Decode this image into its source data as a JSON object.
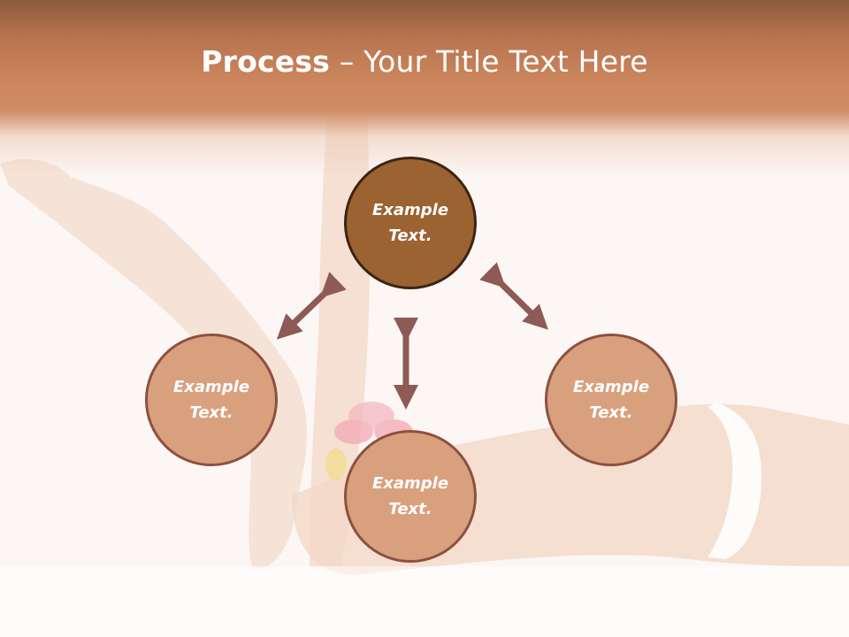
{
  "slide": {
    "title_bold": "Process",
    "title_rest": " – Your Title Text Here"
  },
  "diagram": {
    "nodes": [
      {
        "id": "top",
        "text": "Example Text."
      },
      {
        "id": "left",
        "text": "Example Text."
      },
      {
        "id": "right",
        "text": "Example Text."
      },
      {
        "id": "bottom",
        "text": "Example Text."
      }
    ]
  },
  "colors": {
    "banner": "#cd875e",
    "top_circle": "#9b6232",
    "circle_fill": "#d9a07e",
    "circle_border": "#8e5040",
    "arrow": "#8e5a55"
  }
}
